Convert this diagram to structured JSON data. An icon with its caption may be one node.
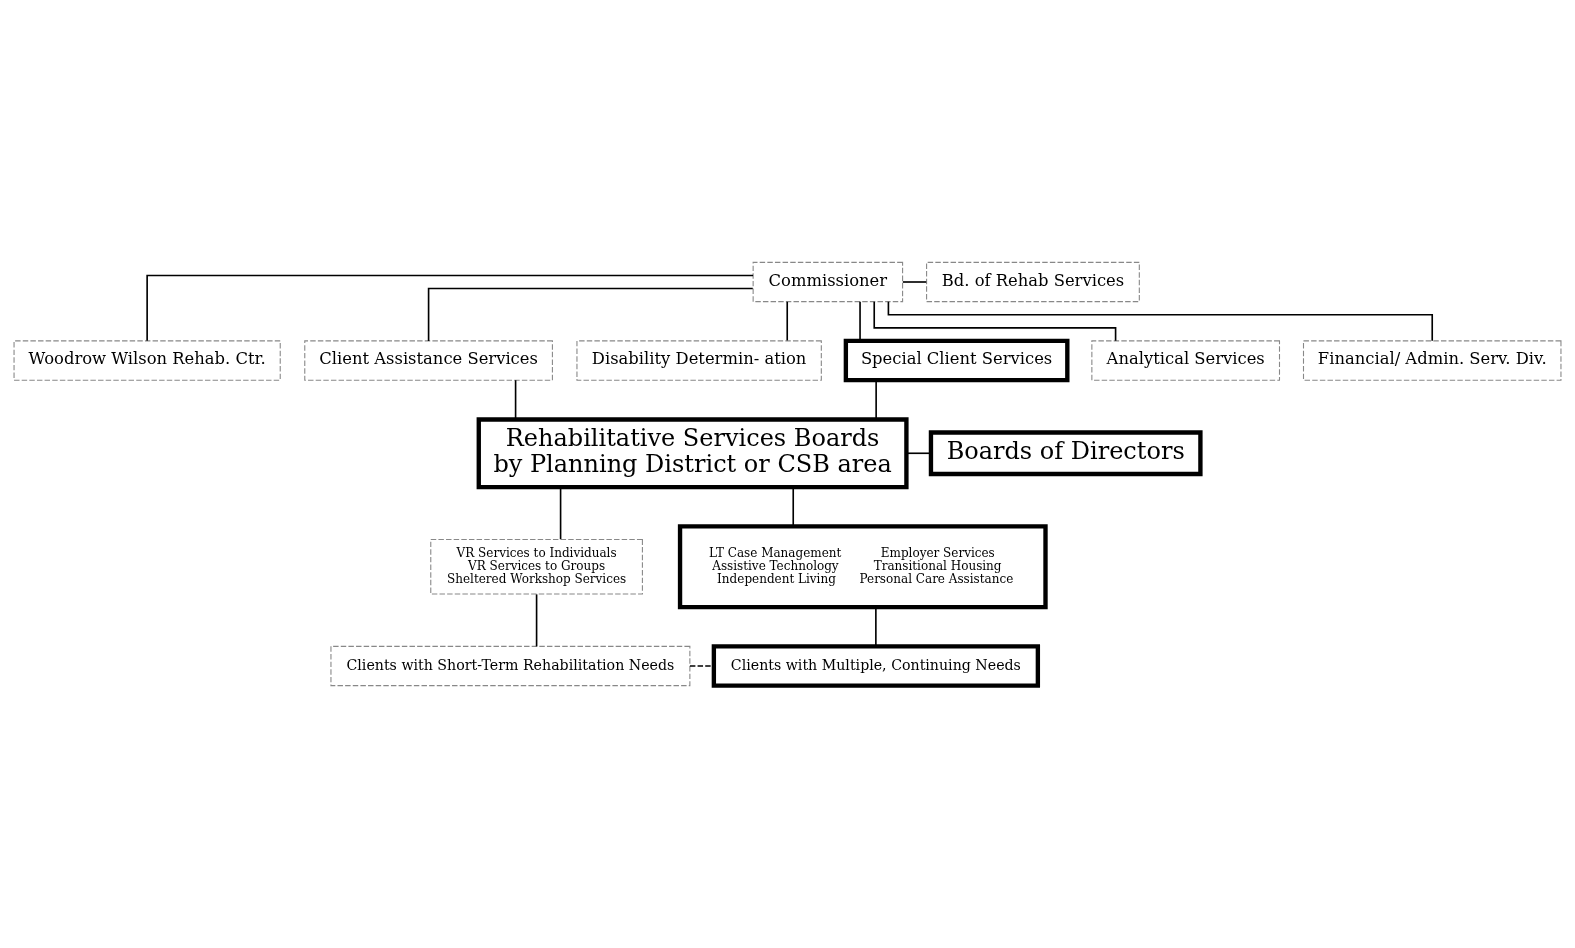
{
  "diagram": {
    "nodes": [
      {
        "text": [
          "Commissioner"
        ]
      },
      {
        "text": [
          "Bd. of Rehab Services"
        ]
      },
      {
        "text": [
          "Woodrow Wilson Rehab. Ctr."
        ]
      },
      {
        "text": [
          "Client Assistance Services"
        ]
      },
      {
        "text": [
          "Disability Determin- ation"
        ]
      },
      {
        "text": [
          "Special Client Services"
        ]
      },
      {
        "text": [
          "Analytical Services"
        ]
      },
      {
        "text": [
          "Financial/ Admin. Serv. Div."
        ]
      },
      {
        "text": [
          "Rehabilitative Services Boards",
          "by Planning District or CSB area"
        ]
      },
      {
        "text": [
          "Boards of Directors"
        ]
      },
      {
        "text": [
          "VR Services to Individuals",
          "VR Services to Groups",
          "Sheltered Workshop Services"
        ]
      },
      {
        "text": [
          "LT Case Management",
          "Assistive Technology",
          "Independent Living",
          "Employer Services",
          "Transitional Housing",
          "Personal Care Assistance"
        ]
      },
      {
        "text": [
          "Clients with Short-Term Rehabilitation Needs"
        ]
      },
      {
        "text": [
          "Clients with Multiple, Continuing Needs"
        ]
      }
    ],
    "edges": [
      {
        "from": 0,
        "to": 1,
        "arrow": "none"
      },
      {
        "from": 0,
        "to": 2,
        "arrow": "none"
      },
      {
        "from": 0,
        "to": 3,
        "arrow": "none"
      },
      {
        "from": 0,
        "to": 4,
        "arrow": "none"
      },
      {
        "from": 0,
        "to": 5,
        "arrow": "none"
      },
      {
        "from": 0,
        "to": 6,
        "arrow": "none"
      },
      {
        "from": 0,
        "to": 7,
        "arrow": "none"
      },
      {
        "from": 3,
        "to": 8,
        "arrow": "none"
      },
      {
        "from": 5,
        "to": 8,
        "arrow": "none"
      },
      {
        "from": 8,
        "to": 9,
        "arrow": "none"
      },
      {
        "from": 8,
        "to": 10,
        "arrow": "none"
      },
      {
        "from": 8,
        "to": 11,
        "arrow": "none"
      },
      {
        "from": 10,
        "to": 12,
        "arrow": "none"
      },
      {
        "from": 11,
        "to": 13,
        "arrow": "none"
      },
      {
        "from": 12,
        "to": 13,
        "arrow": "none",
        "style": "dashed"
      }
    ]
  }
}
